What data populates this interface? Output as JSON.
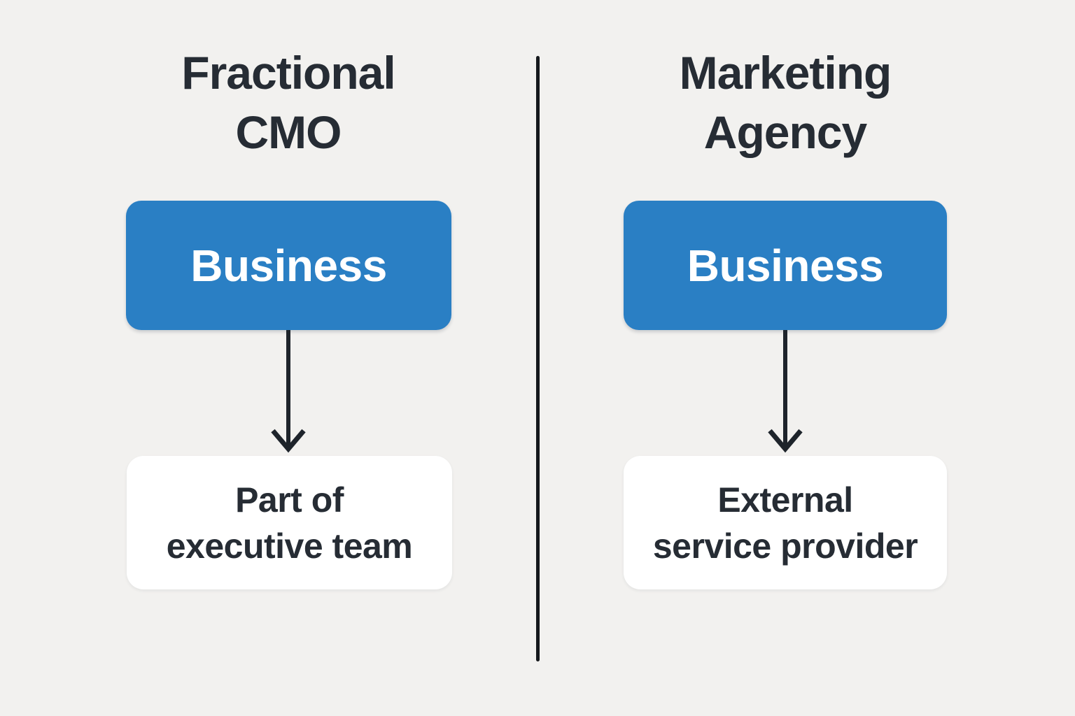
{
  "columns": [
    {
      "title_lines": [
        "Fractional",
        "CMO"
      ],
      "source_label": "Business",
      "target_lines": [
        "Part of",
        "executive team"
      ]
    },
    {
      "title_lines": [
        "Marketing",
        "Agency"
      ],
      "source_label": "Business",
      "target_lines": [
        "External",
        "service provider"
      ]
    }
  ],
  "colors": {
    "background": "#f2f1ef",
    "box_blue": "#2a7fc4",
    "box_white": "#ffffff",
    "text_dark": "#262c34",
    "text_on_blue": "#ffffff",
    "arrow": "#1e242b",
    "divider": "#15181c"
  }
}
